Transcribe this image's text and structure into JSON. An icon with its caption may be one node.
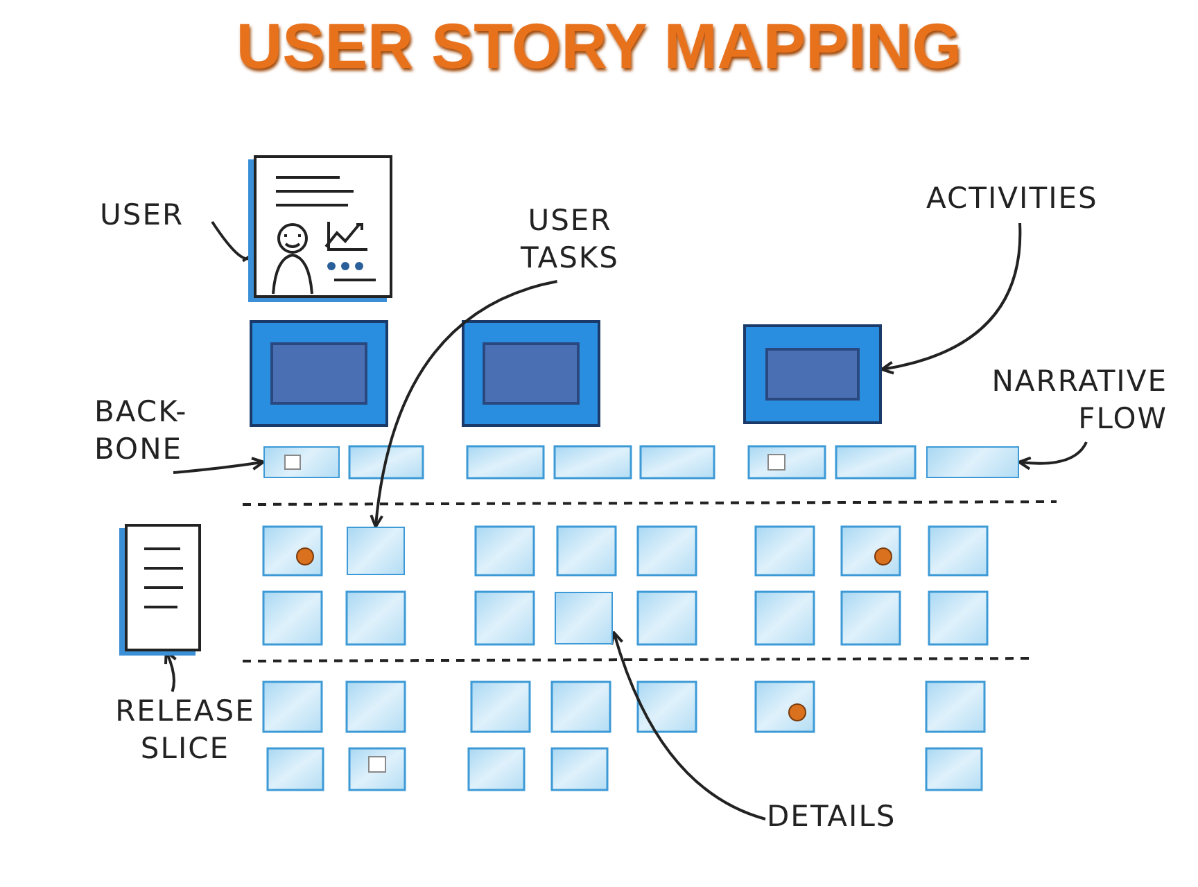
{
  "diagram": {
    "title": "USER STORY MAPPING",
    "nodes": [
      {
        "text": [
          "USER"
        ]
      },
      {
        "text": [],
        "shape": "picture"
      },
      {
        "text": [
          "USER TASKS"
        ]
      },
      {
        "text": [],
        "shape": "box"
      },
      {
        "text": [
          "ACTIVITIES"
        ]
      },
      {
        "text": [],
        "shape": "box"
      },
      {
        "text": [
          "BACK-BONE"
        ]
      },
      {
        "text": [],
        "shape": "box"
      },
      {
        "text": [
          "NARRATIVE FLOW"
        ]
      },
      {
        "text": [],
        "shape": "box"
      },
      {
        "text": [],
        "shape": "picture"
      },
      {
        "text": [
          "RELEASE SLICE"
        ]
      },
      {
        "text": [
          "DETAILS"
        ]
      },
      {
        "text": [],
        "shape": "box"
      }
    ],
    "edges": [
      {
        "from": 0,
        "to": 1,
        "arrow": "to"
      },
      {
        "from": 2,
        "to": 3,
        "arrow": "to"
      },
      {
        "from": 4,
        "to": 5,
        "arrow": "to"
      },
      {
        "from": 6,
        "to": 7,
        "arrow": "to"
      },
      {
        "from": 8,
        "to": 9,
        "arrow": "to"
      },
      {
        "from": 11,
        "to": 10,
        "arrow": "to"
      },
      {
        "from": 12,
        "to": 13,
        "arrow": "to"
      }
    ]
  }
}
